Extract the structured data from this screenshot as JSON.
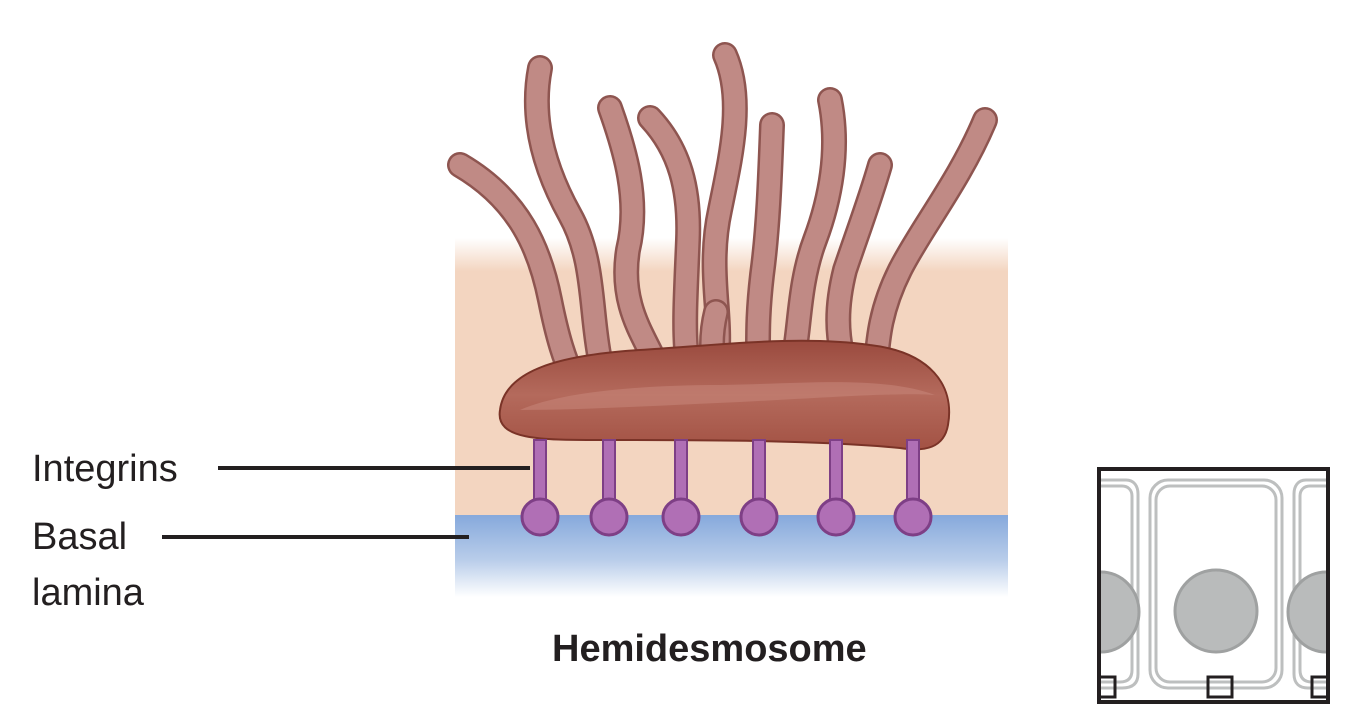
{
  "labels": {
    "integrins": "Integrins",
    "basal_lamina_line1": "Basal",
    "basal_lamina_line2": "lamina"
  },
  "caption": "Hemidesmosome",
  "colors": {
    "cytoplasm": "#f3d5c0",
    "basal_lamina": "#8eb0e0",
    "plaque": "#a5564a",
    "filament": "#c08a85",
    "integrin": "#b06fb5",
    "text": "#231f20",
    "inset_nucleus": "#b9bbbb"
  },
  "counts": {
    "keratin_filaments": 10,
    "integrins": 6
  }
}
